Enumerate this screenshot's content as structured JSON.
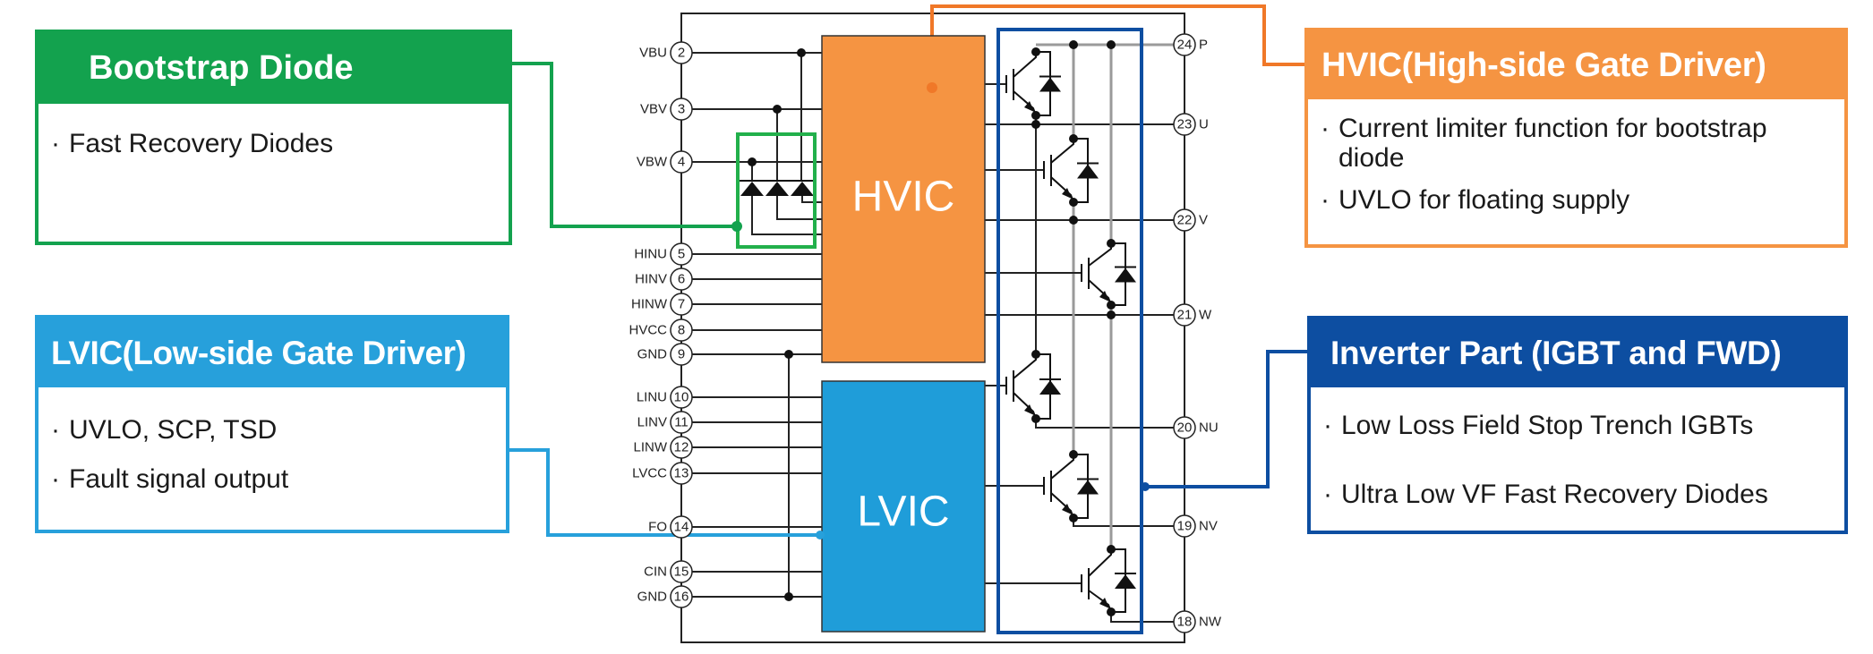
{
  "callouts": {
    "bootstrap": {
      "title": "Bootstrap Diode",
      "color": "#13a24e",
      "items": [
        "Fast Recovery Diodes"
      ]
    },
    "lvic": {
      "title": "LVIC(Low-side Gate Driver)",
      "color": "#27a0db",
      "items": [
        "UVLO, SCP, TSD",
        "Fault signal output"
      ]
    },
    "hvic": {
      "title": "HVIC(High-side Gate Driver)",
      "color": "#f59442",
      "items": [
        "Current limiter function for bootstrap diode",
        "UVLO for floating supply"
      ]
    },
    "inverter": {
      "title": "Inverter Part (IGBT and FWD)",
      "color": "#0d4ea1",
      "items": [
        "Low Loss Field Stop Trench IGBTs",
        "Ultra Low VF Fast Recovery Diodes"
      ]
    }
  },
  "blocks": {
    "hvic_label": "HVIC",
    "lvic_label": "LVIC",
    "hvic_color": "#f59442",
    "lvic_color": "#1f9dd9"
  },
  "left_pins": [
    {
      "num": "2",
      "name": "VBU"
    },
    {
      "num": "3",
      "name": "VBV"
    },
    {
      "num": "4",
      "name": "VBW"
    },
    {
      "num": "5",
      "name": "HINU"
    },
    {
      "num": "6",
      "name": "HINV"
    },
    {
      "num": "7",
      "name": "HINW"
    },
    {
      "num": "8",
      "name": "HVCC"
    },
    {
      "num": "9",
      "name": "GND"
    },
    {
      "num": "10",
      "name": "LINU"
    },
    {
      "num": "11",
      "name": "LINV"
    },
    {
      "num": "12",
      "name": "LINW"
    },
    {
      "num": "13",
      "name": "LVCC"
    },
    {
      "num": "14",
      "name": "FO"
    },
    {
      "num": "15",
      "name": "CIN"
    },
    {
      "num": "16",
      "name": "GND"
    }
  ],
  "right_pins": [
    {
      "num": "24",
      "name": "P"
    },
    {
      "num": "23",
      "name": "U"
    },
    {
      "num": "22",
      "name": "V"
    },
    {
      "num": "21",
      "name": "W"
    },
    {
      "num": "20",
      "name": "NU"
    },
    {
      "num": "19",
      "name": "NV"
    },
    {
      "num": "18",
      "name": "NW"
    }
  ]
}
